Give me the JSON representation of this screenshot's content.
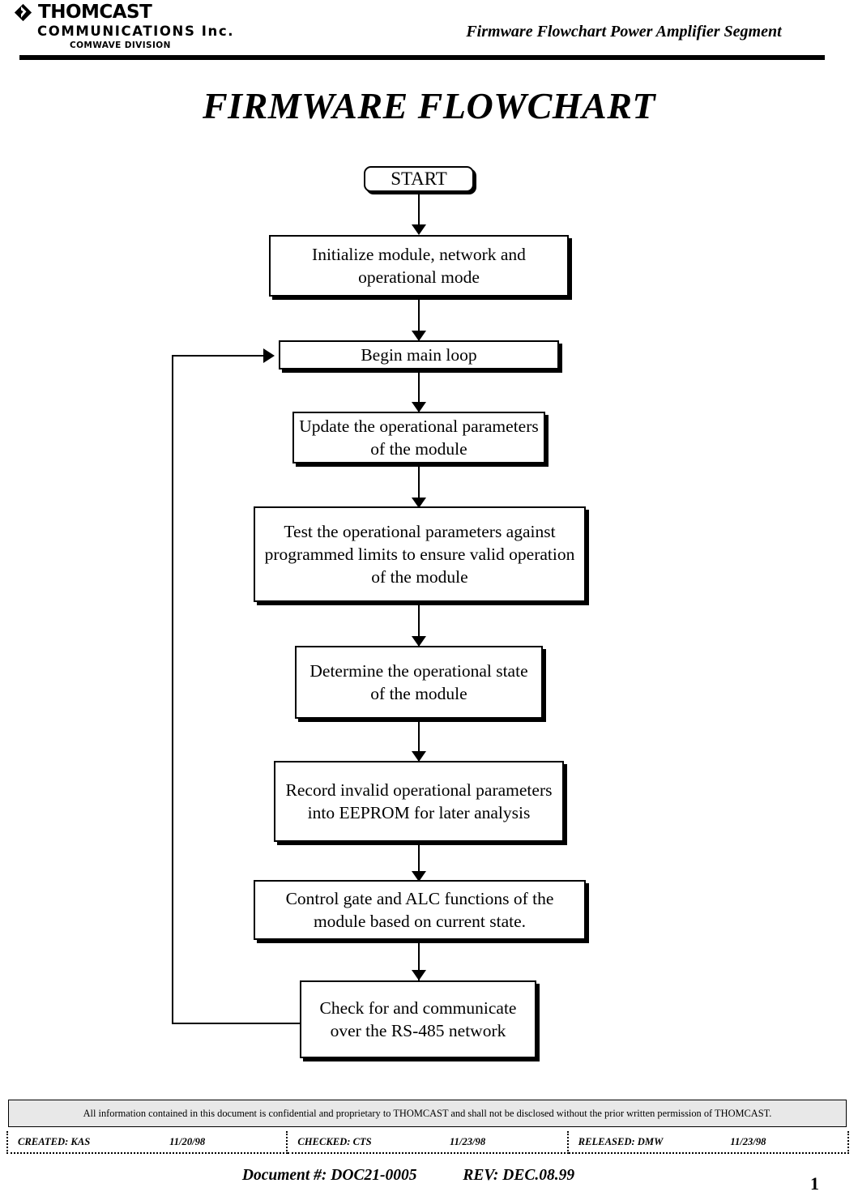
{
  "header": {
    "logo": {
      "mark": "diamond-logo-icon",
      "line1": "THOMCAST",
      "line2": "COMMUNICATIONS Inc.",
      "line3": "COMWAVE DIVISION"
    },
    "title": "Firmware Flowchart Power Amplifier Segment"
  },
  "page_title": "FIRMWARE FLOWCHART",
  "flowchart": {
    "nodes": [
      {
        "id": "start",
        "type": "terminator",
        "label": "START"
      },
      {
        "id": "initialize",
        "type": "process",
        "label": "Initialize module, network and operational mode"
      },
      {
        "id": "main-loop",
        "type": "process",
        "label": "Begin main loop"
      },
      {
        "id": "update",
        "type": "process",
        "label": "Update the operational parameters of the module"
      },
      {
        "id": "test",
        "type": "process",
        "label": "Test the operational parameters against programmed limits to ensure valid operation of the module"
      },
      {
        "id": "determine",
        "type": "process",
        "label": "Determine the operational state of the module"
      },
      {
        "id": "record",
        "type": "process",
        "label": "Record invalid operational parameters into EEPROM for later analysis"
      },
      {
        "id": "control",
        "type": "process",
        "label": "Control gate and ALC functions of the module based on current state."
      },
      {
        "id": "check",
        "type": "process",
        "label": "Check for and communicate over the RS-485 network"
      }
    ],
    "loop_back": {
      "from": "check",
      "to": "main-loop"
    }
  },
  "footer": {
    "disclaimer": "All information contained in this document is confidential and proprietary to THOMCAST and shall not be disclosed without the prior written permission of THOMCAST.",
    "signatures": [
      {
        "who": "CREATED: KAS",
        "when": "11/20/98"
      },
      {
        "who": "CHECKED: CTS",
        "when": "11/23/98"
      },
      {
        "who": "RELEASED: DMW",
        "when": "11/23/98"
      }
    ],
    "document_number": "Document #: DOC21-0005",
    "revision": "REV: DEC.08.99",
    "page_number": "1"
  }
}
